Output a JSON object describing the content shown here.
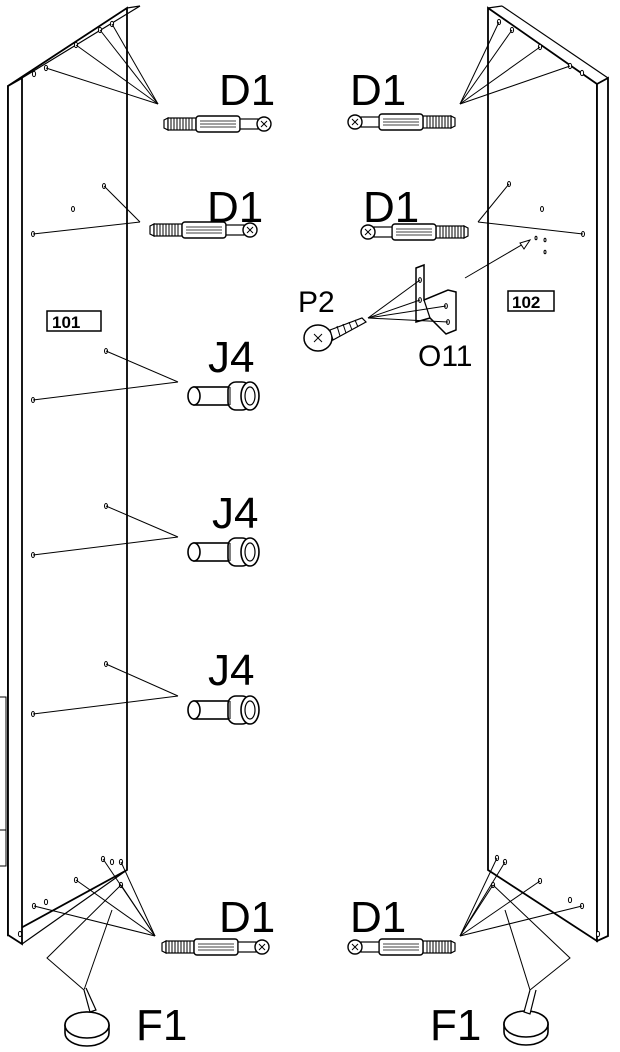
{
  "panels": {
    "left": "101",
    "right": "102"
  },
  "parts": {
    "cam_dowel": "D1",
    "shelf_pin": "J4",
    "foot": "F1",
    "screw": "P2",
    "bracket": "O11"
  },
  "colors": {
    "line": "#000000",
    "background": "#ffffff"
  }
}
